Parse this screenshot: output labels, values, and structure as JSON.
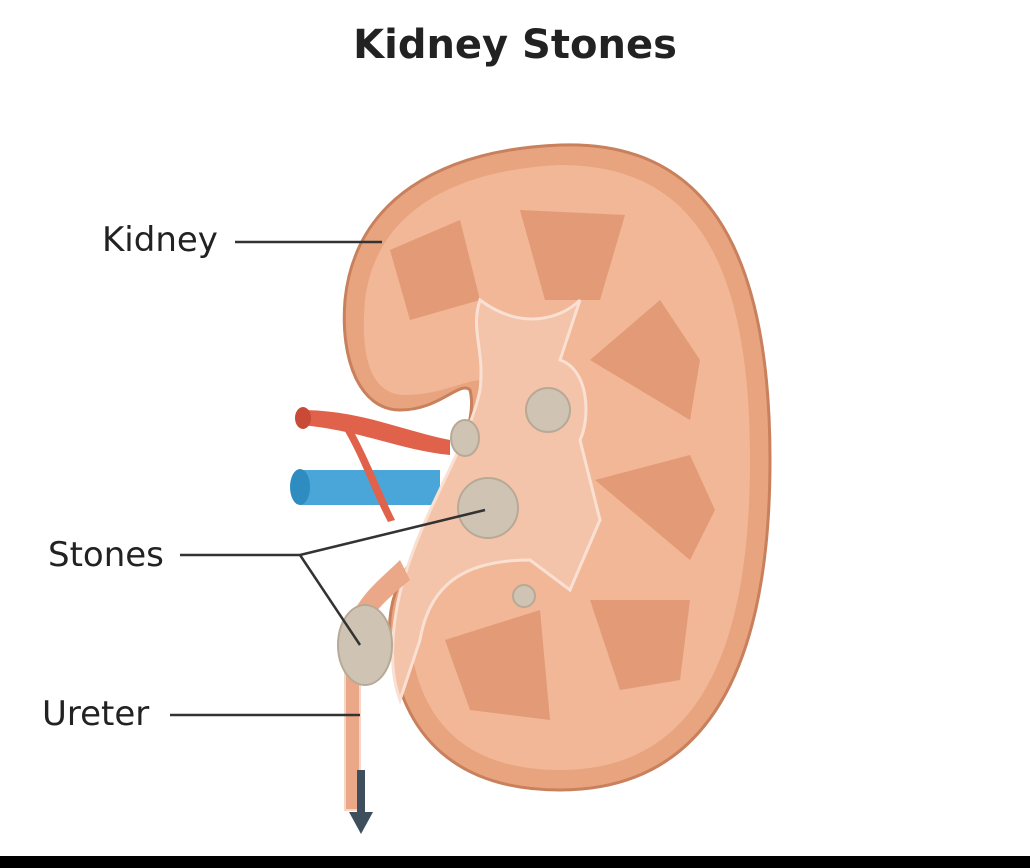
{
  "title": "Kidney Stones",
  "labels": {
    "kidney": "Kidney",
    "stones": "Stones",
    "ureter": "Ureter"
  },
  "colors": {
    "kidney_outer": "#e8a47e",
    "kidney_inner": "#f1b796",
    "pyramid": "#e39a76",
    "pelvis": "#f4c4aa",
    "artery": "#e0624a",
    "vein": "#4aa6d8",
    "stone": "#cfc4b4",
    "arrow": "#3d4f5c",
    "leader_line": "#333333"
  },
  "icons": {
    "flow_arrow": "arrow-down-icon"
  }
}
